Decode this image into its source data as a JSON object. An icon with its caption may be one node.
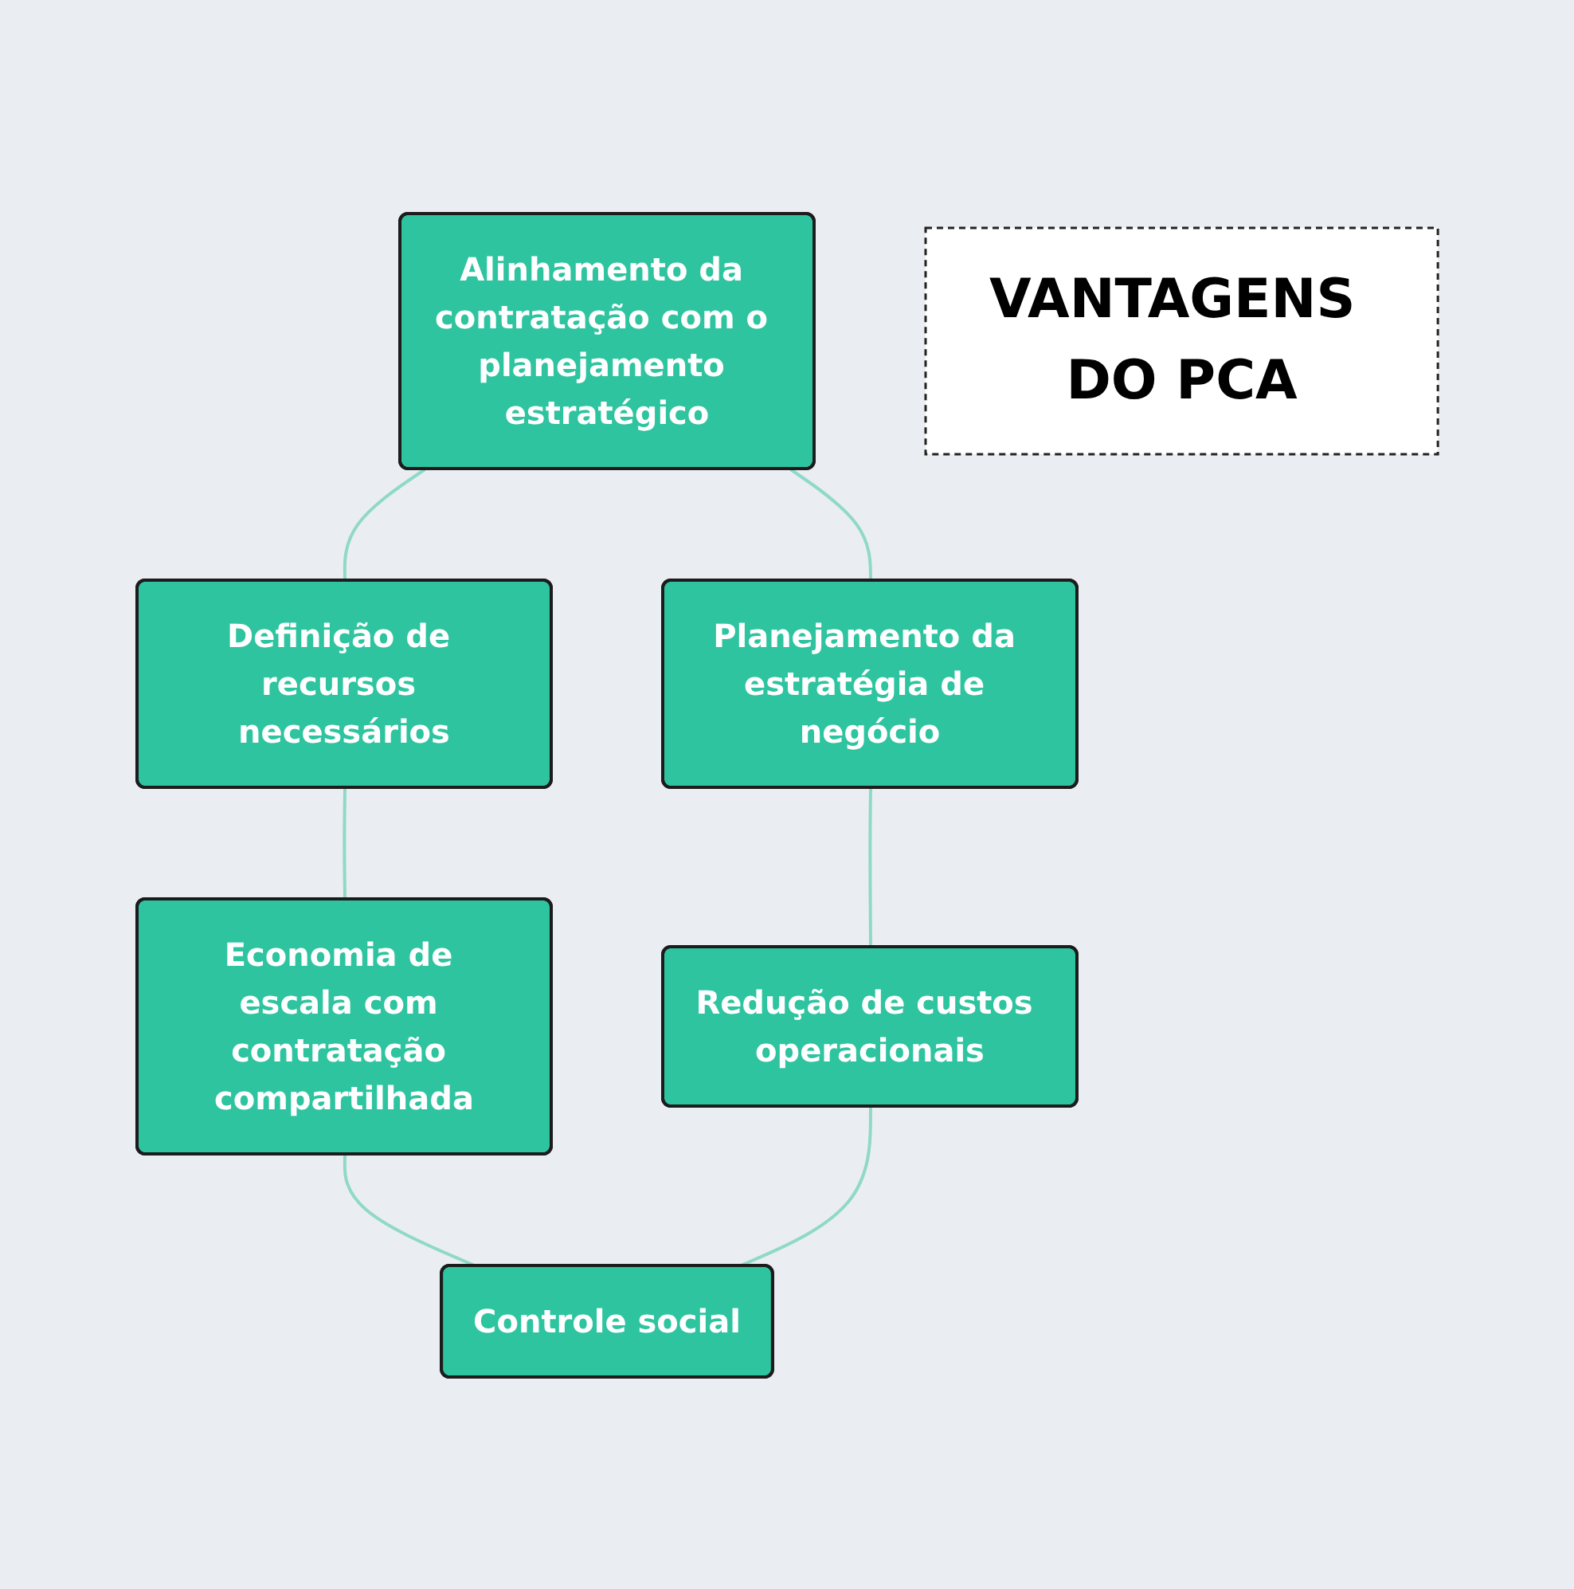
{
  "diagram": {
    "nodes": [
      {
        "text": [
          "Alinhamento da contratação com o planejamento estratégico"
        ]
      },
      {
        "text": [
          "Planejamento da estratégia de negócio"
        ]
      },
      {
        "text": [
          "Definição de recursos necessários"
        ]
      },
      {
        "text": [
          "VANTAGENS DO PCA"
        ]
      },
      {
        "text": [
          "Redução de custos operacionais"
        ]
      },
      {
        "text": [
          "Economia de escala com contratação compartilhada"
        ]
      },
      {
        "text": [
          "Controle social"
        ]
      }
    ],
    "edges": [
      {
        "from": 0,
        "to": 2,
        "arrow": "none"
      },
      {
        "from": 0,
        "to": 1,
        "arrow": "none"
      },
      {
        "from": 2,
        "to": 5,
        "arrow": "none"
      },
      {
        "from": 1,
        "to": 4,
        "arrow": "none"
      },
      {
        "from": 5,
        "to": 6,
        "arrow": "none"
      },
      {
        "from": 4,
        "to": 6,
        "arrow": "none"
      }
    ]
  }
}
